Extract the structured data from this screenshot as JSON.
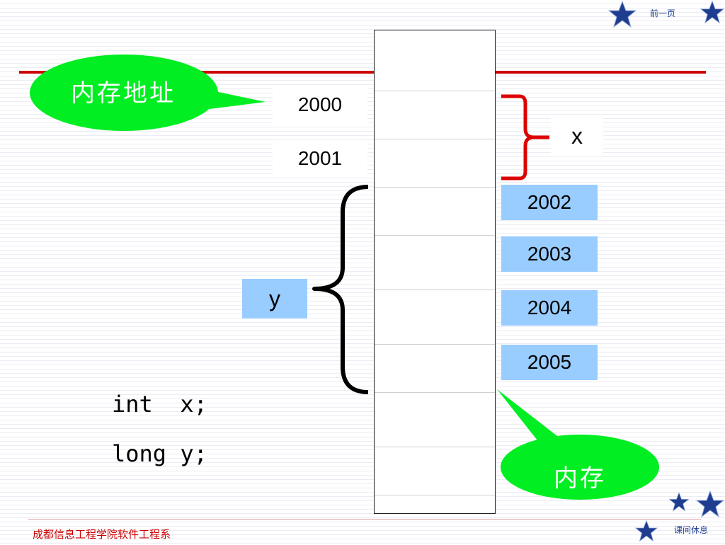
{
  "nav": {
    "prev_label": "前一页",
    "rest_label": "课间休息"
  },
  "callouts": {
    "memory_address": "内存地址",
    "memory": "内存"
  },
  "addresses": {
    "a2000": "2000",
    "a2001": "2001",
    "a2002": "2002",
    "a2003": "2003",
    "a2004": "2004",
    "a2005": "2005"
  },
  "variables": {
    "x": "x",
    "y": "y"
  },
  "code": {
    "line1": "int  x;",
    "line2": "long y;"
  },
  "footer": {
    "department": "成都信息工程学院软件工程系"
  },
  "colors": {
    "accent_red": "#cc0000",
    "bubble_green": "#00ee22",
    "address_blue": "#99ccff",
    "star_blue": "#1f3d8f"
  }
}
